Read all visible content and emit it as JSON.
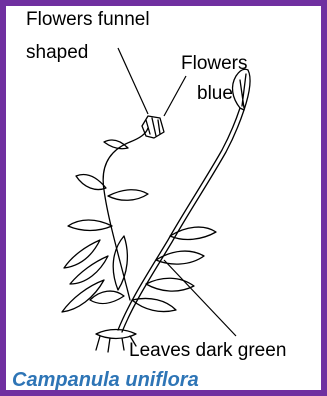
{
  "labels": {
    "flowers_shape_line1": "Flowers funnel",
    "flowers_shape_line2": "shaped",
    "flowers_color_line1": "Flowers",
    "flowers_color_line2": "blue",
    "leaves": "Leaves dark green"
  },
  "caption": "Campanula uniflora",
  "colors": {
    "border": "#7030a0",
    "caption": "#2e75b6",
    "ink": "#000000"
  }
}
